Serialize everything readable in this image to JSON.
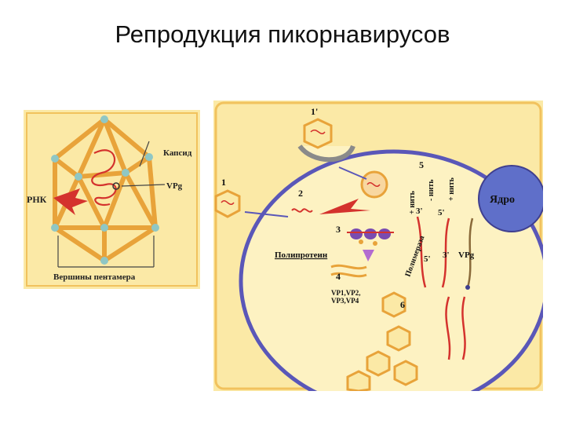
{
  "slide": {
    "title": "Репродукция пикорнавирусов"
  },
  "capsid_figure": {
    "labels": {
      "capsid": "Капсид",
      "vpg": "VPg",
      "rna": "РНК",
      "pentamer_vertices": "Вершины пентамера"
    }
  },
  "cycle_figure": {
    "steps": {
      "s1": "1",
      "s1p": "1'",
      "s2": "2",
      "s3": "3",
      "s4": "4",
      "s5": "5",
      "s6": "6"
    },
    "labels": {
      "nucleus": "Ядро",
      "polyprotein": "Полипротеин",
      "polymerase": "Полимераза",
      "vp": "VP1,VP2,",
      "vp2": "VP3,VP4",
      "vpg": "VPg",
      "plus_strand": "+ нить",
      "minus_strand": "- нить",
      "plus_strand2": "+ нить",
      "p3": "3'",
      "p5": "5'",
      "p5b": "5'",
      "p3b": "3'"
    }
  },
  "colors": {
    "capsid_orange": "#e8a33a",
    "panel_yellow": "#fbe9a6",
    "cell_membrane": "#5a57b8",
    "nucleus": "#5f6fc9",
    "rna_red": "#d4322d"
  }
}
